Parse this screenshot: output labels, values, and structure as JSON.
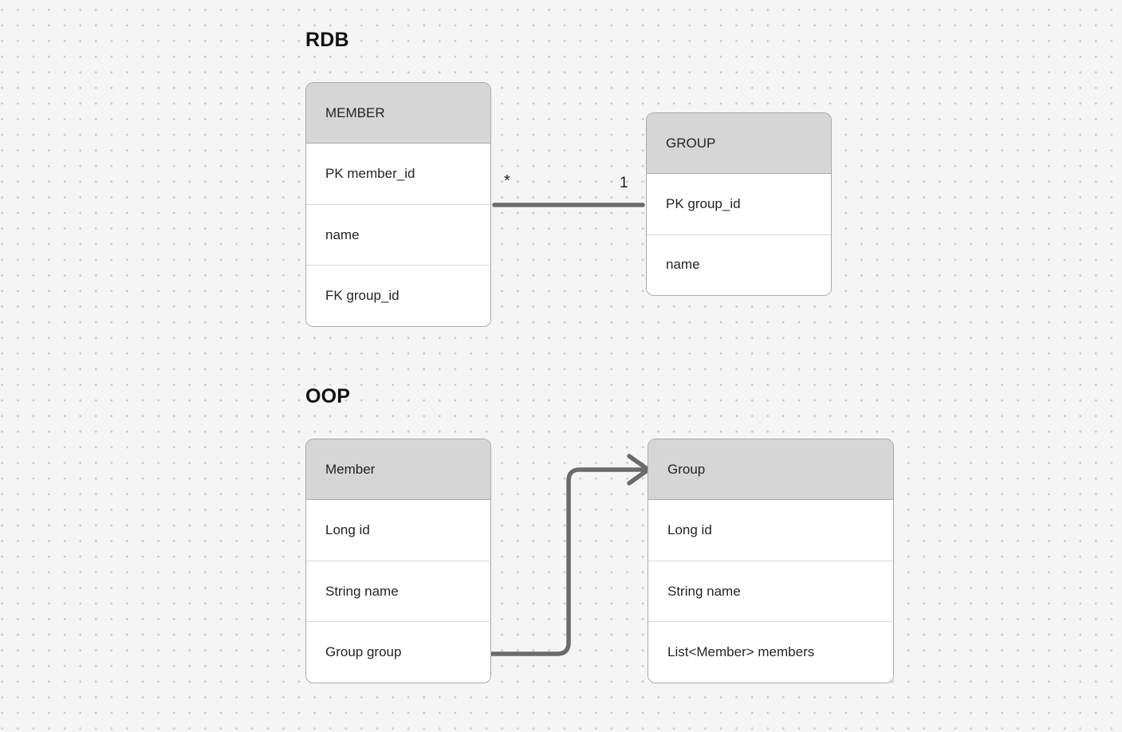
{
  "colors": {
    "canvas_background": "#f5f5f5",
    "grid_dot": "#c8c8c8",
    "entity_header_fill": "#d6d6d6",
    "entity_border": "#a9a9a9",
    "row_divider": "#d7d7d7",
    "connector": "#6b6b6b",
    "text": "#242424"
  },
  "rdb": {
    "section_title": "RDB",
    "member_table": {
      "title": "MEMBER",
      "rows": [
        "PK member_id",
        "name",
        "FK group_id"
      ]
    },
    "group_table": {
      "title": "GROUP",
      "rows": [
        "PK group_id",
        "name"
      ]
    },
    "relation": {
      "many_label": "*",
      "one_label": "1"
    }
  },
  "oop": {
    "section_title": "OOP",
    "member_class": {
      "title": "Member",
      "rows": [
        "Long id",
        "String name",
        "Group group"
      ]
    },
    "group_class": {
      "title": "Group",
      "rows": [
        "Long id",
        "String name",
        "List<Member> members"
      ]
    }
  }
}
